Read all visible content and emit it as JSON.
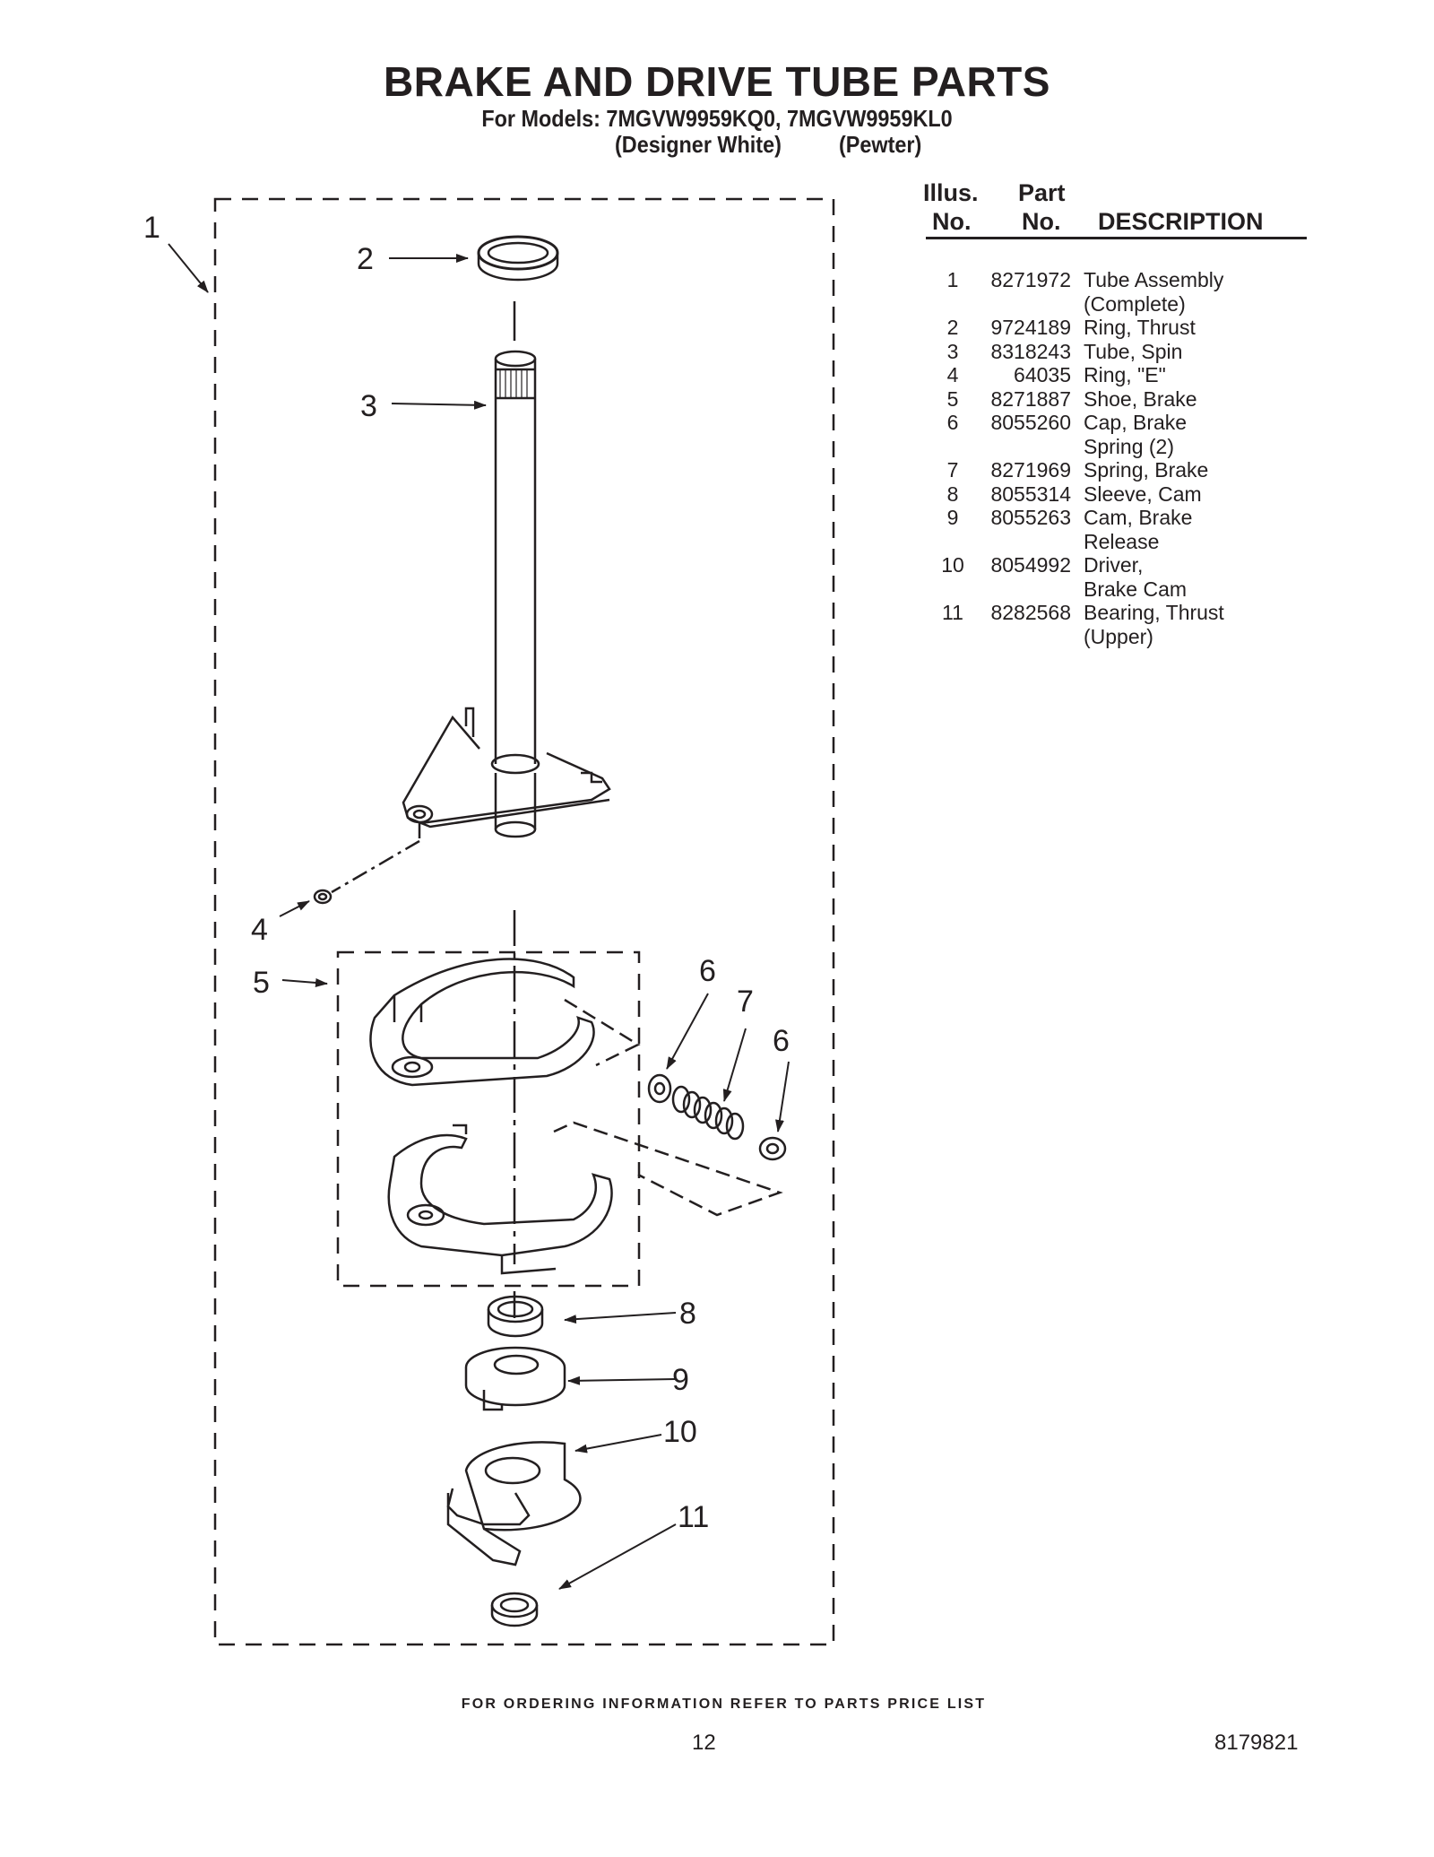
{
  "header": {
    "title": "BRAKE AND DRIVE TUBE PARTS",
    "models_line": "For Models: 7MGVW9959KQ0, 7MGVW9959KL0",
    "color_1": "(Designer White)",
    "color_2": "(Pewter)"
  },
  "parts_table": {
    "headers": {
      "illus_top": "Illus.",
      "illus_bottom": "No.",
      "part_top": "Part",
      "part_bottom": "No.",
      "description": "DESCRIPTION"
    },
    "rows": [
      {
        "illus": "1",
        "part": "8271972",
        "desc": [
          "Tube Assembly",
          "(Complete)"
        ]
      },
      {
        "illus": "2",
        "part": "9724189",
        "desc": [
          "Ring, Thrust"
        ]
      },
      {
        "illus": "3",
        "part": "8318243",
        "desc": [
          "Tube, Spin"
        ]
      },
      {
        "illus": "4",
        "part": "64035",
        "desc": [
          "Ring, \"E\""
        ]
      },
      {
        "illus": "5",
        "part": "8271887",
        "desc": [
          "Shoe, Brake"
        ]
      },
      {
        "illus": "6",
        "part": "8055260",
        "desc": [
          "Cap, Brake",
          "Spring (2)"
        ]
      },
      {
        "illus": "7",
        "part": "8271969",
        "desc": [
          "Spring, Brake"
        ]
      },
      {
        "illus": "8",
        "part": "8055314",
        "desc": [
          "Sleeve, Cam"
        ]
      },
      {
        "illus": "9",
        "part": "8055263",
        "desc": [
          "Cam, Brake",
          "Release"
        ]
      },
      {
        "illus": "10",
        "part": "8054992",
        "desc": [
          "Driver,",
          "Brake Cam"
        ]
      },
      {
        "illus": "11",
        "part": "8282568",
        "desc": [
          "Bearing, Thrust",
          "(Upper)"
        ]
      }
    ]
  },
  "diagram": {
    "callouts": [
      "1",
      "2",
      "3",
      "4",
      "5",
      "6",
      "7",
      "6",
      "8",
      "9",
      "10",
      "11"
    ]
  },
  "footer": {
    "ordering_note": "FOR ORDERING INFORMATION REFER TO PARTS PRICE LIST",
    "page_number": "12",
    "document_number": "8179821"
  }
}
